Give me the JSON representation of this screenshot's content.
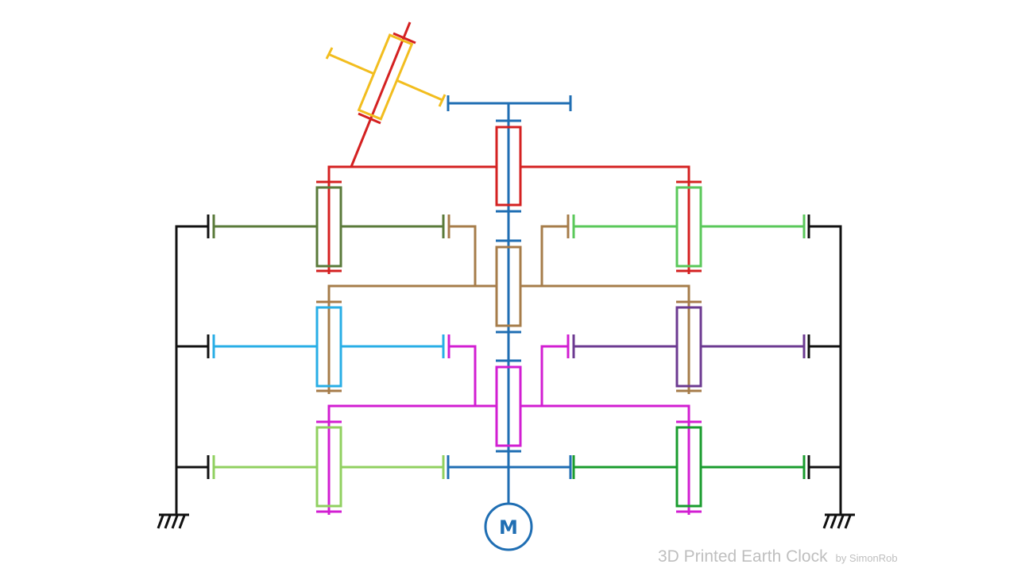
{
  "motor": {
    "label": "M"
  },
  "footer": {
    "title": "3D Printed Earth Clock",
    "byline": "by SimonRob"
  },
  "colors": {
    "motor_shaft": "#1f6eb3",
    "red_shaft": "#d42121",
    "yellow": "#f2bd1e",
    "olive_green": "#5a7a3a",
    "light_green": "#5ac85a",
    "brown": "#a67c4a",
    "cyan": "#28aee6",
    "purple": "#6c3a91",
    "magenta": "#d21ed2",
    "lime": "#90d060",
    "green": "#199c2e",
    "frame": "#111111",
    "footer_text": "#bfbfbf"
  }
}
